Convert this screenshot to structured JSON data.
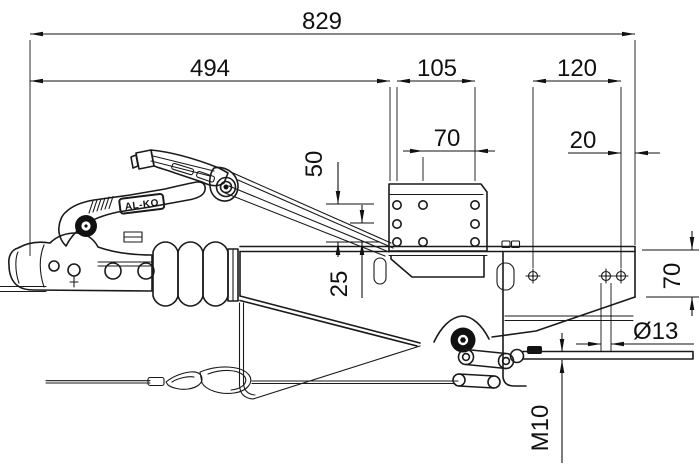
{
  "drawing": {
    "brand_label": "AL-KO",
    "dims": {
      "overall_length": "829",
      "head_to_flange": "494",
      "flange_hole_span_outer": "105",
      "rear_hole_span": "120",
      "flange_hole_span_inner": "70",
      "rear_hole_edge_offset": "20",
      "flange_rows_span": "50",
      "flange_rows_step": "25",
      "rear_height": "70",
      "hole_diameter": "Ø13",
      "rod_thread": "M10"
    }
  }
}
